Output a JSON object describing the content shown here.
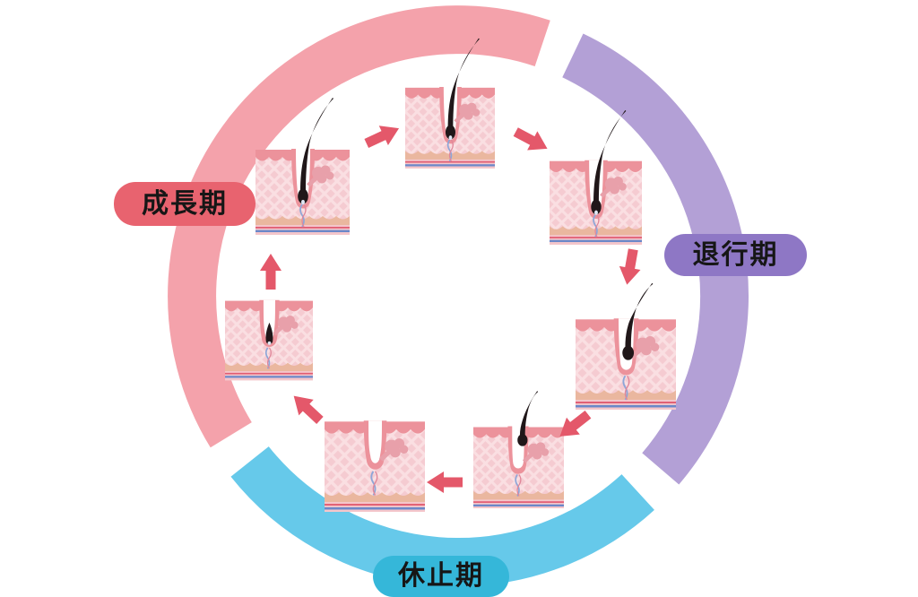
{
  "diagram": {
    "name": "hair-growth-cycle-diagram",
    "phases": [
      {
        "id": "anagen",
        "label": "成長期",
        "badge_color": "#e8636f",
        "arc_color": "#f4a2ab"
      },
      {
        "id": "catagen",
        "label": "退行期",
        "badge_color": "#8e77c5",
        "arc_color": "#b3a0d6"
      },
      {
        "id": "telogen",
        "label": "休止期",
        "badge_color": "#35b7d9",
        "arc_color": "#66c9ea"
      }
    ],
    "arrow_color": "#e4586a",
    "stages": [
      {
        "name": "follicle-anagen-growing"
      },
      {
        "name": "follicle-anagen-peak"
      },
      {
        "name": "follicle-anagen-late"
      },
      {
        "name": "follicle-catagen-club-detaching"
      },
      {
        "name": "follicle-telogen-club-hair"
      },
      {
        "name": "follicle-telogen-empty"
      },
      {
        "name": "follicle-new-hair-emerging"
      }
    ],
    "illustration_colors": {
      "dermis": "#f5cbd1",
      "hatch": "#fadfe2",
      "epidermis": "#ec929b",
      "gland": "#e8a0aa",
      "subcutis": "#eab79f",
      "lower": "#f4c6cb",
      "vein_red": "#e15d73",
      "vein_blue": "#6b88c9",
      "hair": "#201719",
      "follicle_empty": "#ffffff",
      "papilla": "#dfe7f5"
    }
  }
}
